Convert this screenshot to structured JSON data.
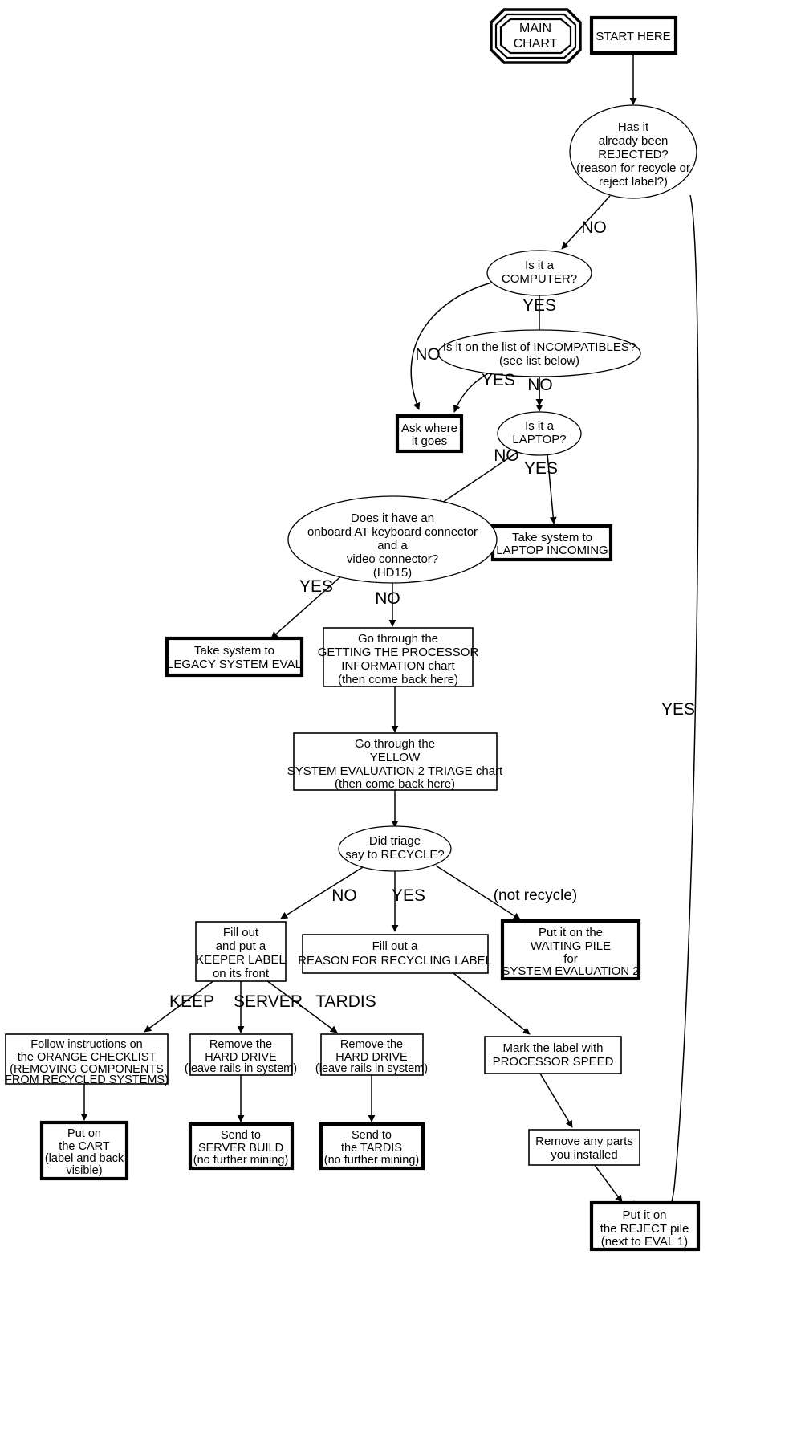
{
  "chart_data": {
    "type": "diagram",
    "title": "MAIN CHART",
    "diagram_kind": "flowchart",
    "nodes": [
      {
        "id": "main-chart",
        "shape": "octagon-double",
        "lines": [
          "MAIN",
          "CHART"
        ]
      },
      {
        "id": "start-here",
        "shape": "box-thick",
        "lines": [
          "START HERE"
        ]
      },
      {
        "id": "q-rejected",
        "shape": "ellipse",
        "lines": [
          "Has it",
          "already been",
          "REJECTED?",
          "(reason for recycle or",
          "reject label?)"
        ]
      },
      {
        "id": "q-computer",
        "shape": "ellipse",
        "lines": [
          "Is it a",
          "COMPUTER?"
        ]
      },
      {
        "id": "q-incompatibles",
        "shape": "ellipse",
        "lines": [
          "Is it on the list of  INCOMPATIBLES?",
          "(see list below)"
        ]
      },
      {
        "id": "ask-where",
        "shape": "box-thick",
        "lines": [
          "Ask where",
          "it goes"
        ]
      },
      {
        "id": "q-laptop",
        "shape": "ellipse",
        "lines": [
          "Is it a",
          "LAPTOP?"
        ]
      },
      {
        "id": "laptop-incoming",
        "shape": "box-thick",
        "lines": [
          "Take system to",
          "LAPTOP INCOMING"
        ]
      },
      {
        "id": "q-connectors",
        "shape": "ellipse",
        "lines": [
          "Does it have an",
          "onboard AT keyboard connector",
          "and a",
          "video connector?",
          "(HD15)"
        ]
      },
      {
        "id": "legacy-eval",
        "shape": "box-thick",
        "lines": [
          "Take system to",
          "LEGACY SYSTEM EVAL"
        ]
      },
      {
        "id": "processor-info",
        "shape": "box-thin",
        "lines": [
          "Go through the",
          "GETTING THE PROCESSOR",
          "INFORMATION chart",
          "(then come back here)"
        ]
      },
      {
        "id": "yellow-triage",
        "shape": "box-thin",
        "lines": [
          "Go through the",
          "YELLOW",
          "SYSTEM EVALUATION 2 TRIAGE chart",
          "(then come back here)"
        ]
      },
      {
        "id": "q-triage-recycle",
        "shape": "ellipse",
        "lines": [
          "Did triage",
          "say to RECYCLE?"
        ]
      },
      {
        "id": "keeper-label",
        "shape": "box-thin",
        "lines": [
          "Fill out",
          "and put a",
          "KEEPER LABEL",
          "on its front"
        ]
      },
      {
        "id": "recycling-label",
        "shape": "box-thin",
        "lines": [
          "Fill out a",
          "REASON FOR RECYCLING LABEL"
        ]
      },
      {
        "id": "waiting-pile",
        "shape": "box-thick",
        "lines": [
          "Put it on the",
          "WAITING PILE",
          "for",
          "SYSTEM EVALUATION 2"
        ]
      },
      {
        "id": "orange-checklist",
        "shape": "box-thin",
        "lines": [
          "Follow instructions on",
          "the ORANGE CHECKLIST",
          "(REMOVING COMPONENTS",
          "FROM RECYCLED SYSTEMS)"
        ]
      },
      {
        "id": "remove-hd-server",
        "shape": "box-thin",
        "lines": [
          "Remove the",
          "HARD DRIVE",
          "(leave rails in system)"
        ]
      },
      {
        "id": "remove-hd-tardis",
        "shape": "box-thin",
        "lines": [
          "Remove the",
          "HARD DRIVE",
          "(leave rails in system)"
        ]
      },
      {
        "id": "mark-label-speed",
        "shape": "box-thin",
        "lines": [
          "Mark the label with",
          "PROCESSOR SPEED"
        ]
      },
      {
        "id": "put-on-cart",
        "shape": "box-thick",
        "lines": [
          "Put on",
          "the CART",
          "(label and back",
          "visible)"
        ]
      },
      {
        "id": "server-build",
        "shape": "box-thick",
        "lines": [
          "Send to",
          "SERVER BUILD",
          "(no further mining)"
        ]
      },
      {
        "id": "the-tardis",
        "shape": "box-thick",
        "lines": [
          "Send to",
          "the TARDIS",
          "(no further mining)"
        ]
      },
      {
        "id": "remove-parts",
        "shape": "box-thin",
        "lines": [
          "Remove any parts",
          "you installed"
        ]
      },
      {
        "id": "reject-pile",
        "shape": "box-thick",
        "lines": [
          "Put it on",
          "the REJECT pile",
          "(next to EVAL 1)"
        ]
      }
    ],
    "edge_labels": [
      {
        "id": "rejected-no",
        "text": "NO"
      },
      {
        "id": "rejected-yes",
        "text": "YES"
      },
      {
        "id": "computer-no",
        "text": "NO"
      },
      {
        "id": "computer-yes",
        "text": "YES"
      },
      {
        "id": "incompat-yes",
        "text": "YES"
      },
      {
        "id": "incompat-no",
        "text": "NO"
      },
      {
        "id": "laptop-no",
        "text": "NO"
      },
      {
        "id": "laptop-yes",
        "text": "YES"
      },
      {
        "id": "connectors-yes",
        "text": "YES"
      },
      {
        "id": "connectors-no",
        "text": "NO"
      },
      {
        "id": "triage-no",
        "text": "NO"
      },
      {
        "id": "triage-yes",
        "text": "YES"
      },
      {
        "id": "triage-notrecycle",
        "text": "(not recycle)"
      },
      {
        "id": "keeper-keep",
        "text": "KEEP"
      },
      {
        "id": "keeper-server",
        "text": "SERVER"
      },
      {
        "id": "keeper-tardis",
        "text": "TARDIS"
      }
    ],
    "colors": {
      "stroke": "#000000",
      "background": "#ffffff"
    }
  }
}
